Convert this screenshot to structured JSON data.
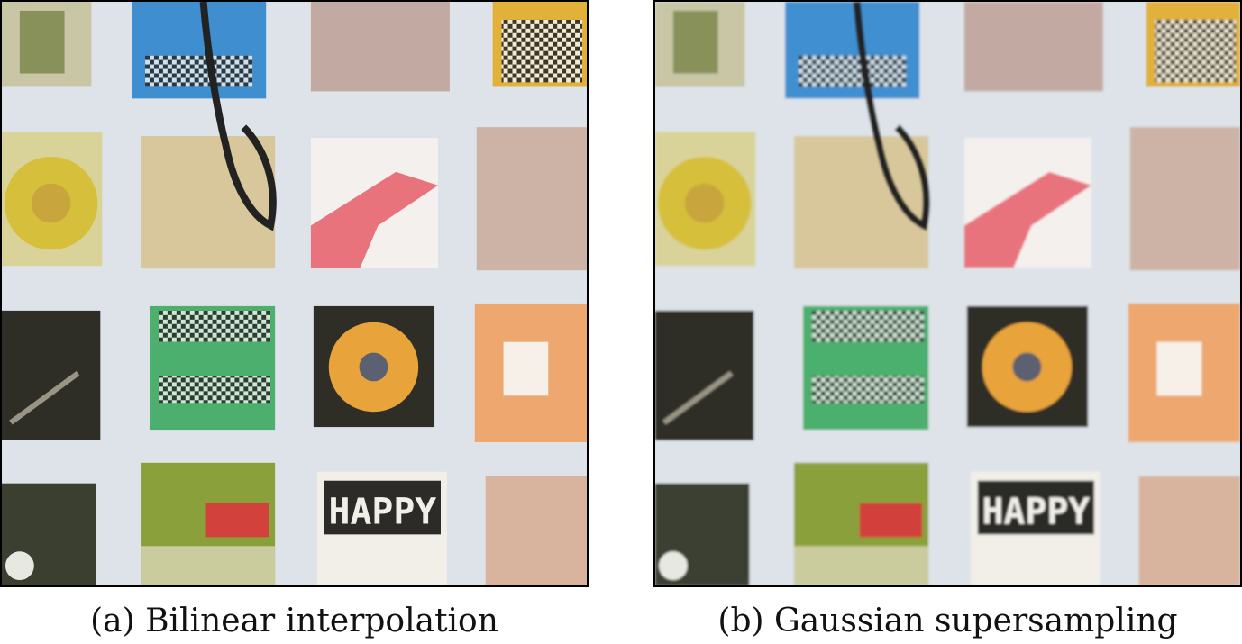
{
  "figure": {
    "panels": [
      {
        "caption": "(a) Bilinear interpolation",
        "filter": "none"
      },
      {
        "caption": "(b) Gaussian supersampling",
        "filter": "soft"
      }
    ],
    "tile_labels": {
      "blue_tile_text": "",
      "happy_tile_text": "HAPPY"
    },
    "colors": {
      "background": "#dde3e8",
      "blue_tile": "#3f8fd0",
      "green_tile": "#4caf6e",
      "pink_stripe": "#e8737c",
      "olive_tile": "#8aa03a",
      "red_label": "#d2413b",
      "donut": "#e8a33a",
      "dark_tile": "#2f2e26"
    }
  }
}
